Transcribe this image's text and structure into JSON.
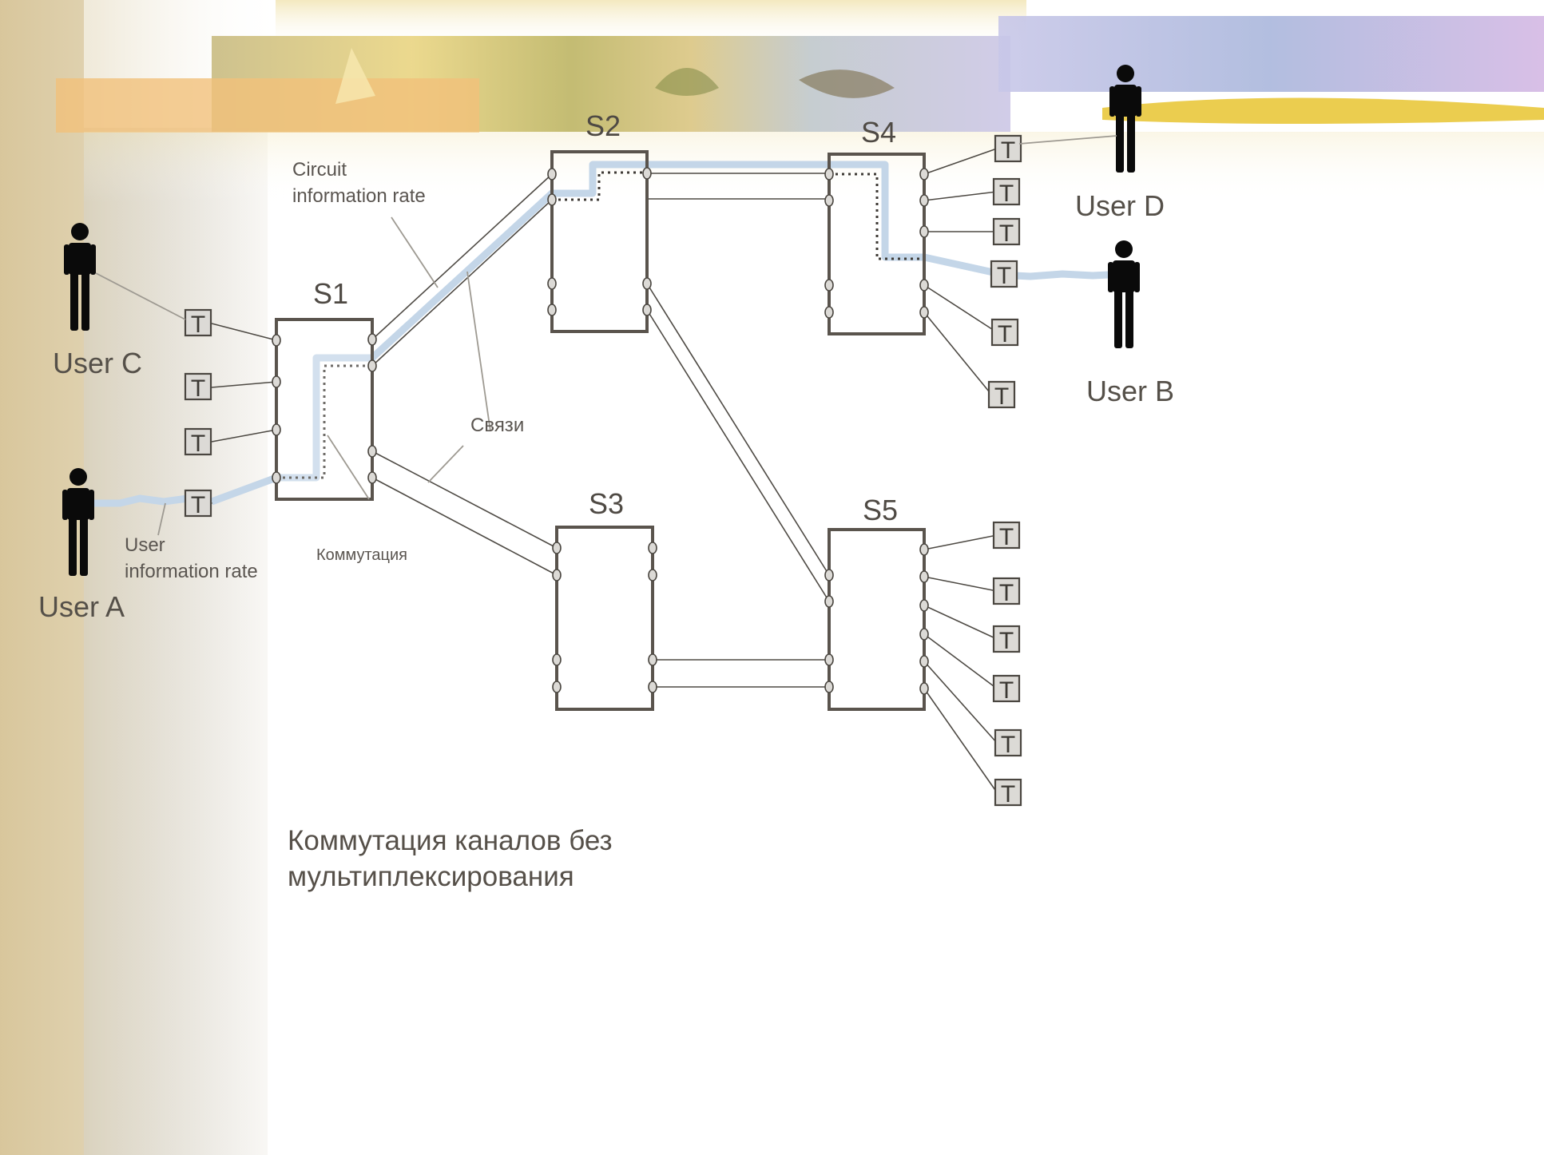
{
  "switches": [
    {
      "id": "s1",
      "label": "S1"
    },
    {
      "id": "s2",
      "label": "S2"
    },
    {
      "id": "s3",
      "label": "S3"
    },
    {
      "id": "s4",
      "label": "S4"
    },
    {
      "id": "s5",
      "label": "S5"
    }
  ],
  "users": {
    "a": "User A",
    "b": "User B",
    "c": "User C",
    "d": "User D"
  },
  "terminal_label": "T",
  "annotations": {
    "circuit_rate": [
      "Circuit",
      "information rate"
    ],
    "user_rate": [
      "User",
      "information rate"
    ],
    "links": "Связи",
    "switching": "Коммутация"
  },
  "caption": [
    "Коммутация каналов без",
    "мультиплексирования"
  ],
  "colors": {
    "path": "#c4d6e8",
    "switch_border": "#5a544d",
    "wire": "#4e4a44",
    "person": "#0a0a0a"
  }
}
